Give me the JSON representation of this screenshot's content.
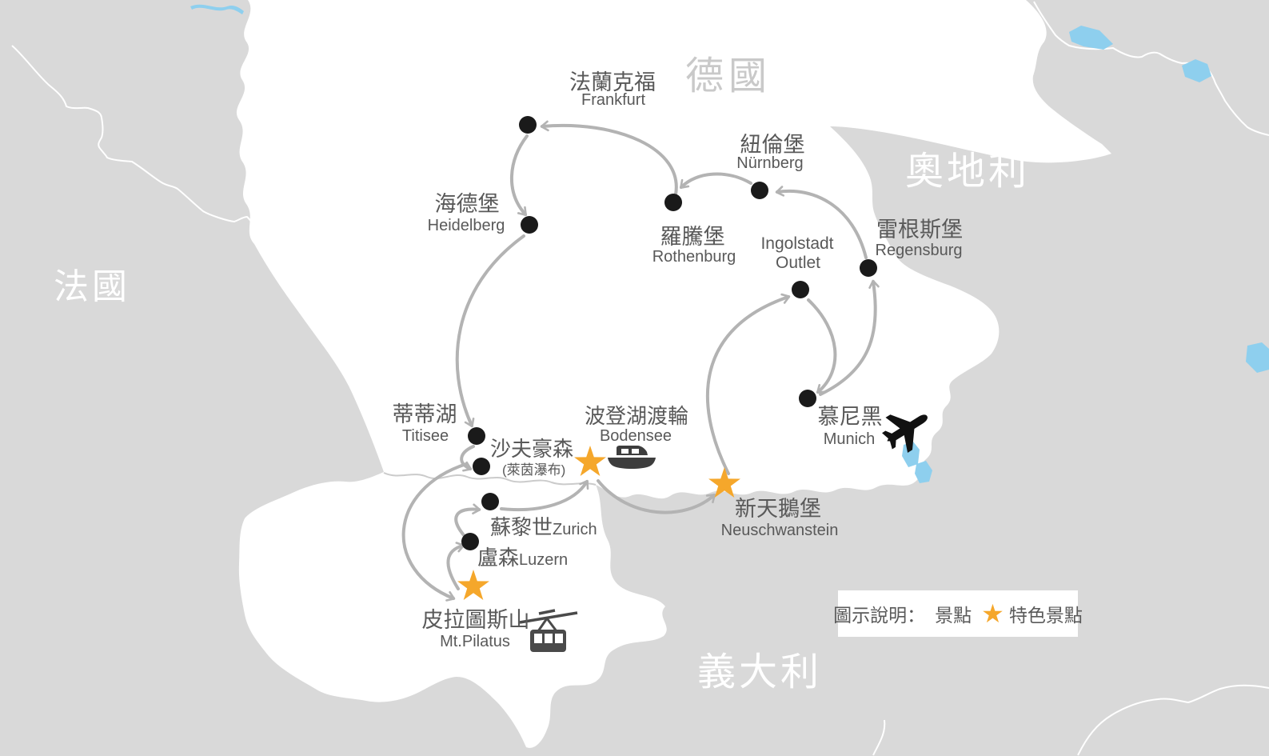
{
  "countries": {
    "germany": "德國",
    "austria": "奧地利",
    "france": "法國",
    "italy": "義大利"
  },
  "stops": [
    {
      "zh": "法蘭克福",
      "en": "Frankfurt",
      "marker": "dot"
    },
    {
      "zh": "海德堡",
      "en": "Heidelberg",
      "marker": "dot"
    },
    {
      "zh": "羅騰堡",
      "en": "Rothenburg",
      "marker": "dot"
    },
    {
      "zh": "紐倫堡",
      "en": "Nürnberg",
      "marker": "dot"
    },
    {
      "zh": "雷根斯堡",
      "en": "Regensburg",
      "marker": "dot"
    },
    {
      "line1": "Ingolstadt",
      "line2": "Outlet",
      "marker": "dot"
    },
    {
      "zh": "慕尼黑",
      "en": "Munich",
      "marker": "dot",
      "icon": "airplane"
    },
    {
      "zh": "蒂蒂湖",
      "en": "Titisee",
      "marker": "dot"
    },
    {
      "zh": "沙夫豪森",
      "note": "(萊茵瀑布)",
      "marker": "dot"
    },
    {
      "zh": "波登湖渡輪",
      "en": "Bodensee",
      "marker": "star",
      "icon": "ferry"
    },
    {
      "zh": "蘇黎世",
      "en": "Zurich",
      "marker": "dot"
    },
    {
      "zh": "盧森",
      "en": "Luzern",
      "marker": "dot"
    },
    {
      "zh": "皮拉圖斯山",
      "en": "Mt.Pilatus",
      "marker": "star",
      "icon": "cable-car"
    },
    {
      "zh": "新天鵝堡",
      "en": "Neuschwanstein",
      "marker": "star"
    }
  ],
  "legend": {
    "title": "圖示說明：",
    "dot": "景點",
    "star": "特色景點"
  },
  "colors": {
    "background": "#d9d9d9",
    "highlight_land": "#ffffff",
    "lake": "#8ecfee",
    "route": "#b3b3b3",
    "marker_dot": "#1a1a1a",
    "marker_star": "#f5a72b",
    "label": "#595959",
    "country_label_on_white": "#c9c9c9",
    "country_label_on_gray": "#ffffff"
  }
}
